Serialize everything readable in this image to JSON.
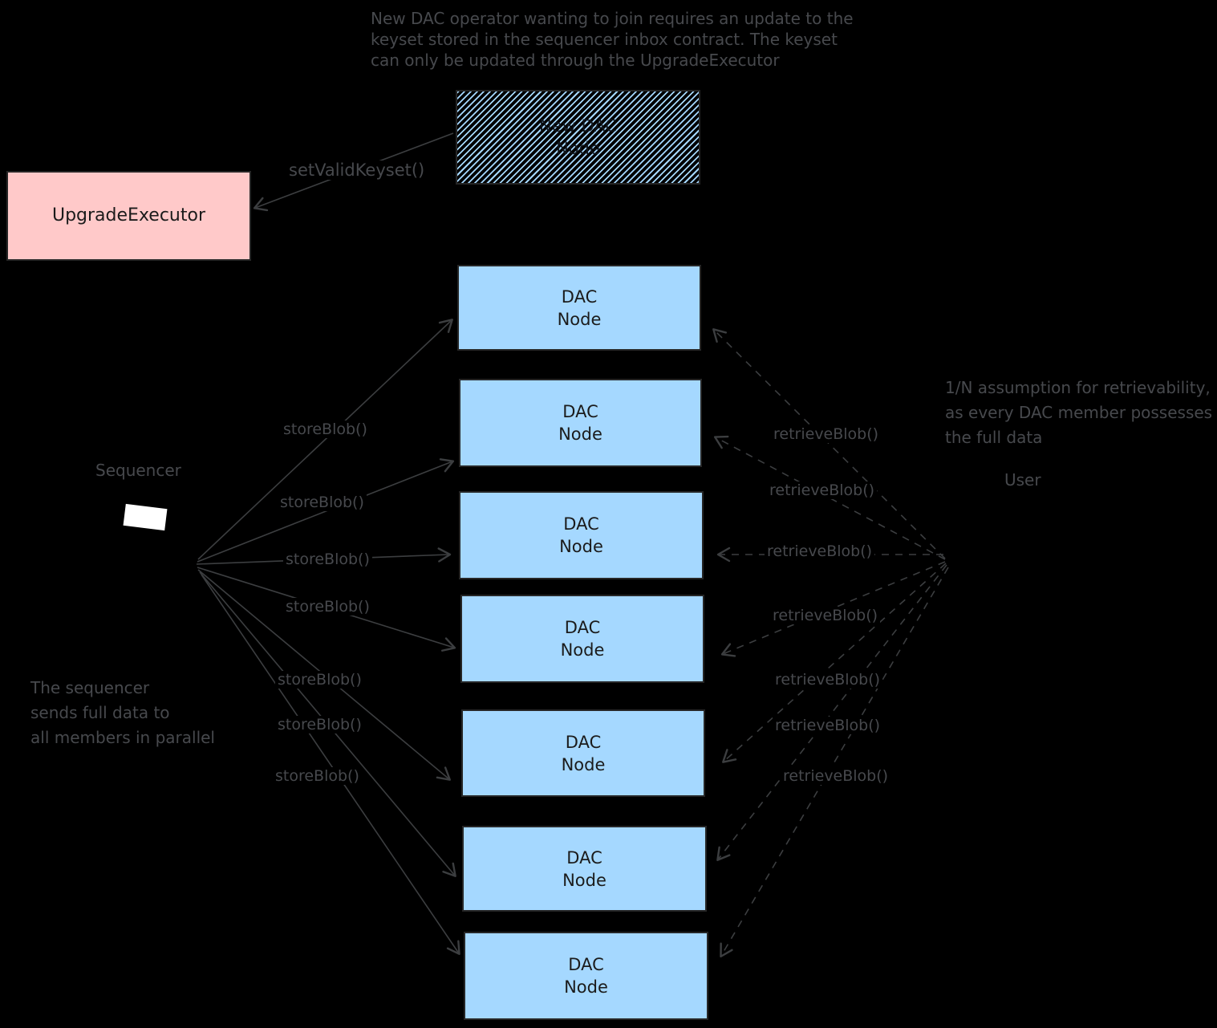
{
  "colors": {
    "background": "#000000",
    "dac_node_fill": "#a5d8ff",
    "upgrade_executor_fill": "#ffc9c9",
    "annotation_text": "#47494d",
    "arrow_line": "#3c3e40",
    "box_text": "#1b1b1b",
    "sequencer_icon": "#ffffff"
  },
  "notes": {
    "top_lines": [
      "New DAC operator wanting to join requires an update to the",
      "keyset stored in the sequencer inbox contract. The keyset",
      "can only be updated through the UpgradeExecutor"
    ],
    "left_lines": [
      "The sequencer",
      "sends full data to",
      "all members in parallel"
    ],
    "right_lines": [
      "1/N assumption for retrievability,",
      "as every DAC member possesses",
      "the full data"
    ]
  },
  "nodes": {
    "upgrade_executor": {
      "label": "UpgradeExecutor"
    },
    "new_dac_node": {
      "line1": "New DAC",
      "line2": "Node"
    },
    "sequencer": {
      "label": "Sequencer"
    },
    "user": {
      "label": "User"
    },
    "dac_nodes": [
      {
        "line1": "DAC",
        "line2": "Node"
      },
      {
        "line1": "DAC",
        "line2": "Node"
      },
      {
        "line1": "DAC",
        "line2": "Node"
      },
      {
        "line1": "DAC",
        "line2": "Node"
      },
      {
        "line1": "DAC",
        "line2": "Node"
      },
      {
        "line1": "DAC",
        "line2": "Node"
      },
      {
        "line1": "DAC",
        "line2": "Node"
      }
    ]
  },
  "edges": {
    "set_valid_keyset": {
      "label": "setValidKeyset()"
    },
    "store": [
      {
        "label": "storeBlob()"
      },
      {
        "label": "storeBlob()"
      },
      {
        "label": "storeBlob()"
      },
      {
        "label": "storeBlob()"
      },
      {
        "label": "storeBlob()"
      },
      {
        "label": "storeBlob()"
      },
      {
        "label": "storeBlob()"
      }
    ],
    "retrieve": [
      {
        "label": "retrieveBlob()"
      },
      {
        "label": "retrieveBlob()"
      },
      {
        "label": "retrieveBlob()"
      },
      {
        "label": "retrieveBlob()"
      },
      {
        "label": "retrieveBlob()"
      },
      {
        "label": "retrieveBlob()"
      },
      {
        "label": "retrieveBlob()"
      }
    ]
  }
}
